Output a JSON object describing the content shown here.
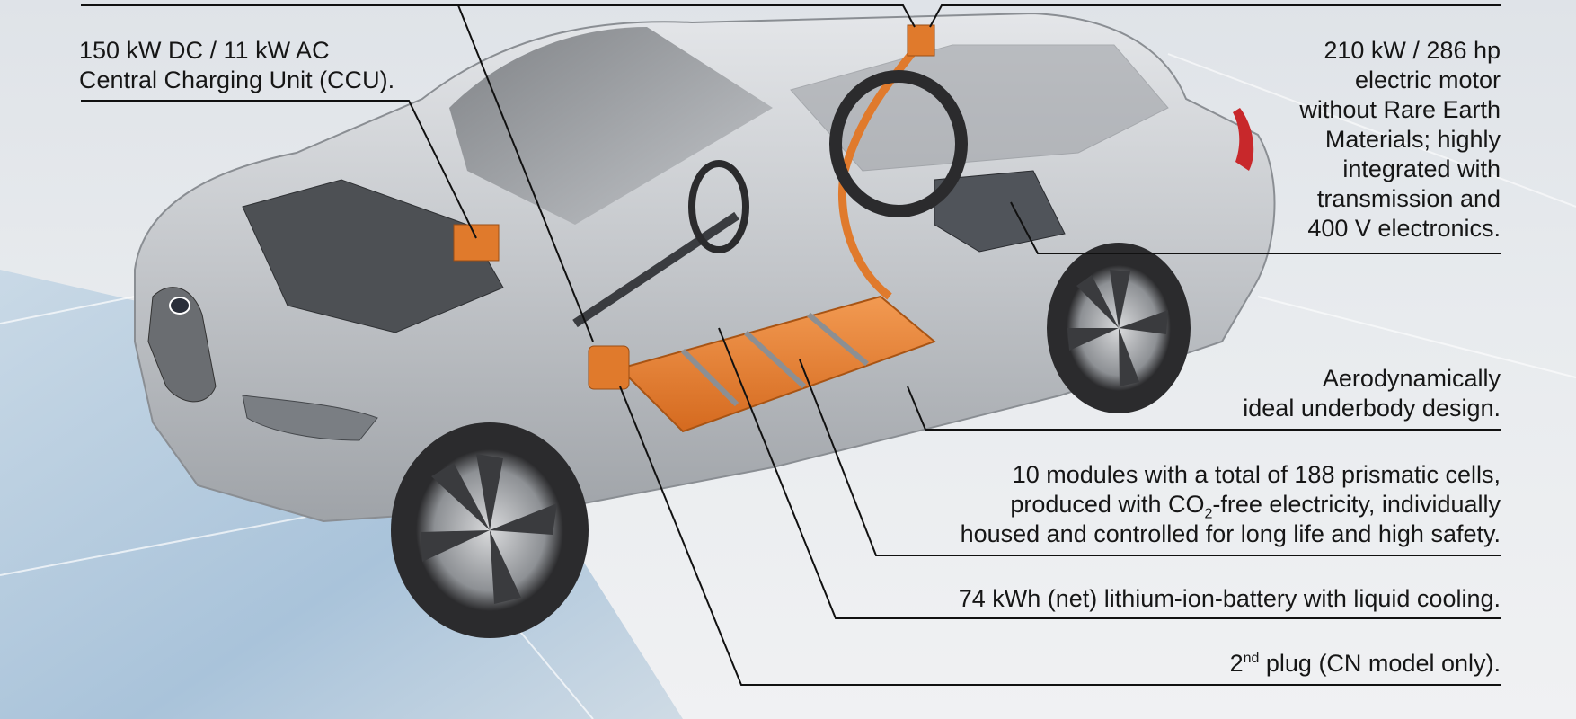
{
  "labels": {
    "ccu": [
      "150 kW DC / 11 kW AC",
      "Central Charging Unit (CCU)."
    ],
    "motor": [
      "210 kW / 286 hp",
      "electric motor",
      "without Rare Earth",
      "Materials; highly",
      "integrated with",
      "transmission and",
      "400 V electronics."
    ],
    "underbody": [
      "Aerodynamically",
      "ideal underbody design."
    ],
    "modules": {
      "line1": "10 modules with a total of 188 prismatic cells,",
      "line2_before": "produced with CO",
      "line2_sub": "2",
      "line2_after": "-free electricity, individually",
      "line3": "housed and controlled for long life and high safety."
    },
    "battery": "74 kWh (net) lithium-ion-battery with liquid cooling.",
    "plug": {
      "number": "2",
      "sup": "nd",
      "rest": " plug (CN model only)."
    }
  },
  "colors": {
    "body_silver": "#c9ccd0",
    "battery_orange": "#e07a2c",
    "tire": "#2b2b2d",
    "leader_line": "#111111",
    "floor_blue": "#b7cde0"
  }
}
